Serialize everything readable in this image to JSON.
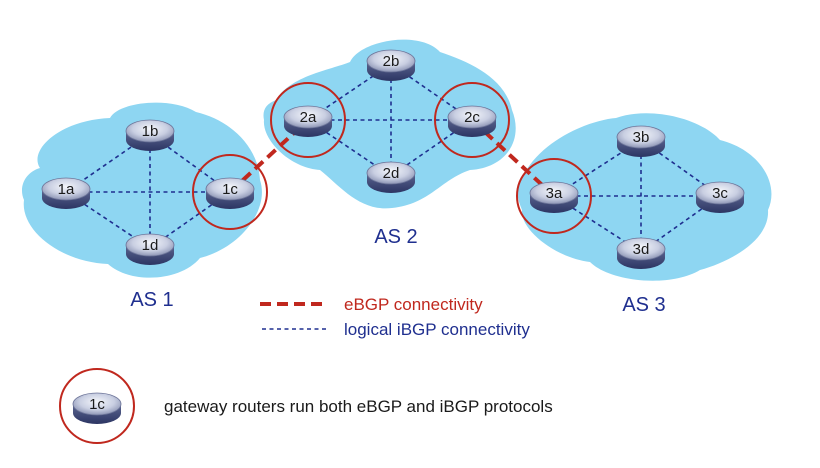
{
  "autonomous_systems": [
    {
      "label": "AS 1",
      "routers": [
        "1a",
        "1b",
        "1c",
        "1d"
      ]
    },
    {
      "label": "AS 2",
      "routers": [
        "2a",
        "2b",
        "2c",
        "2d"
      ]
    },
    {
      "label": "AS 3",
      "routers": [
        "3a",
        "3b",
        "3c",
        "3d"
      ]
    }
  ],
  "gateway_routers": [
    "1c",
    "2a",
    "2c",
    "3a"
  ],
  "ibgp_links": [
    [
      "1a",
      "1b"
    ],
    [
      "1a",
      "1c"
    ],
    [
      "1a",
      "1d"
    ],
    [
      "1b",
      "1c"
    ],
    [
      "1b",
      "1d"
    ],
    [
      "1c",
      "1d"
    ],
    [
      "2a",
      "2b"
    ],
    [
      "2a",
      "2c"
    ],
    [
      "2a",
      "2d"
    ],
    [
      "2b",
      "2c"
    ],
    [
      "2b",
      "2d"
    ],
    [
      "2c",
      "2d"
    ],
    [
      "3a",
      "3b"
    ],
    [
      "3a",
      "3c"
    ],
    [
      "3a",
      "3d"
    ],
    [
      "3b",
      "3c"
    ],
    [
      "3b",
      "3d"
    ],
    [
      "3c",
      "3d"
    ]
  ],
  "ebgp_links": [
    [
      "1c",
      "2a"
    ],
    [
      "2c",
      "3a"
    ]
  ],
  "legend": {
    "ebgp": "eBGP connectivity",
    "ibgp": "logical iBGP connectivity",
    "gateway_router": "1c",
    "gateway_text": "gateway routers run both eBGP and iBGP protocols"
  },
  "colors": {
    "ebgp": "#c0281e",
    "ibgp": "#1f2f8f",
    "cloud": "#8ed6f2",
    "gateway_ring": "#c0281e"
  }
}
